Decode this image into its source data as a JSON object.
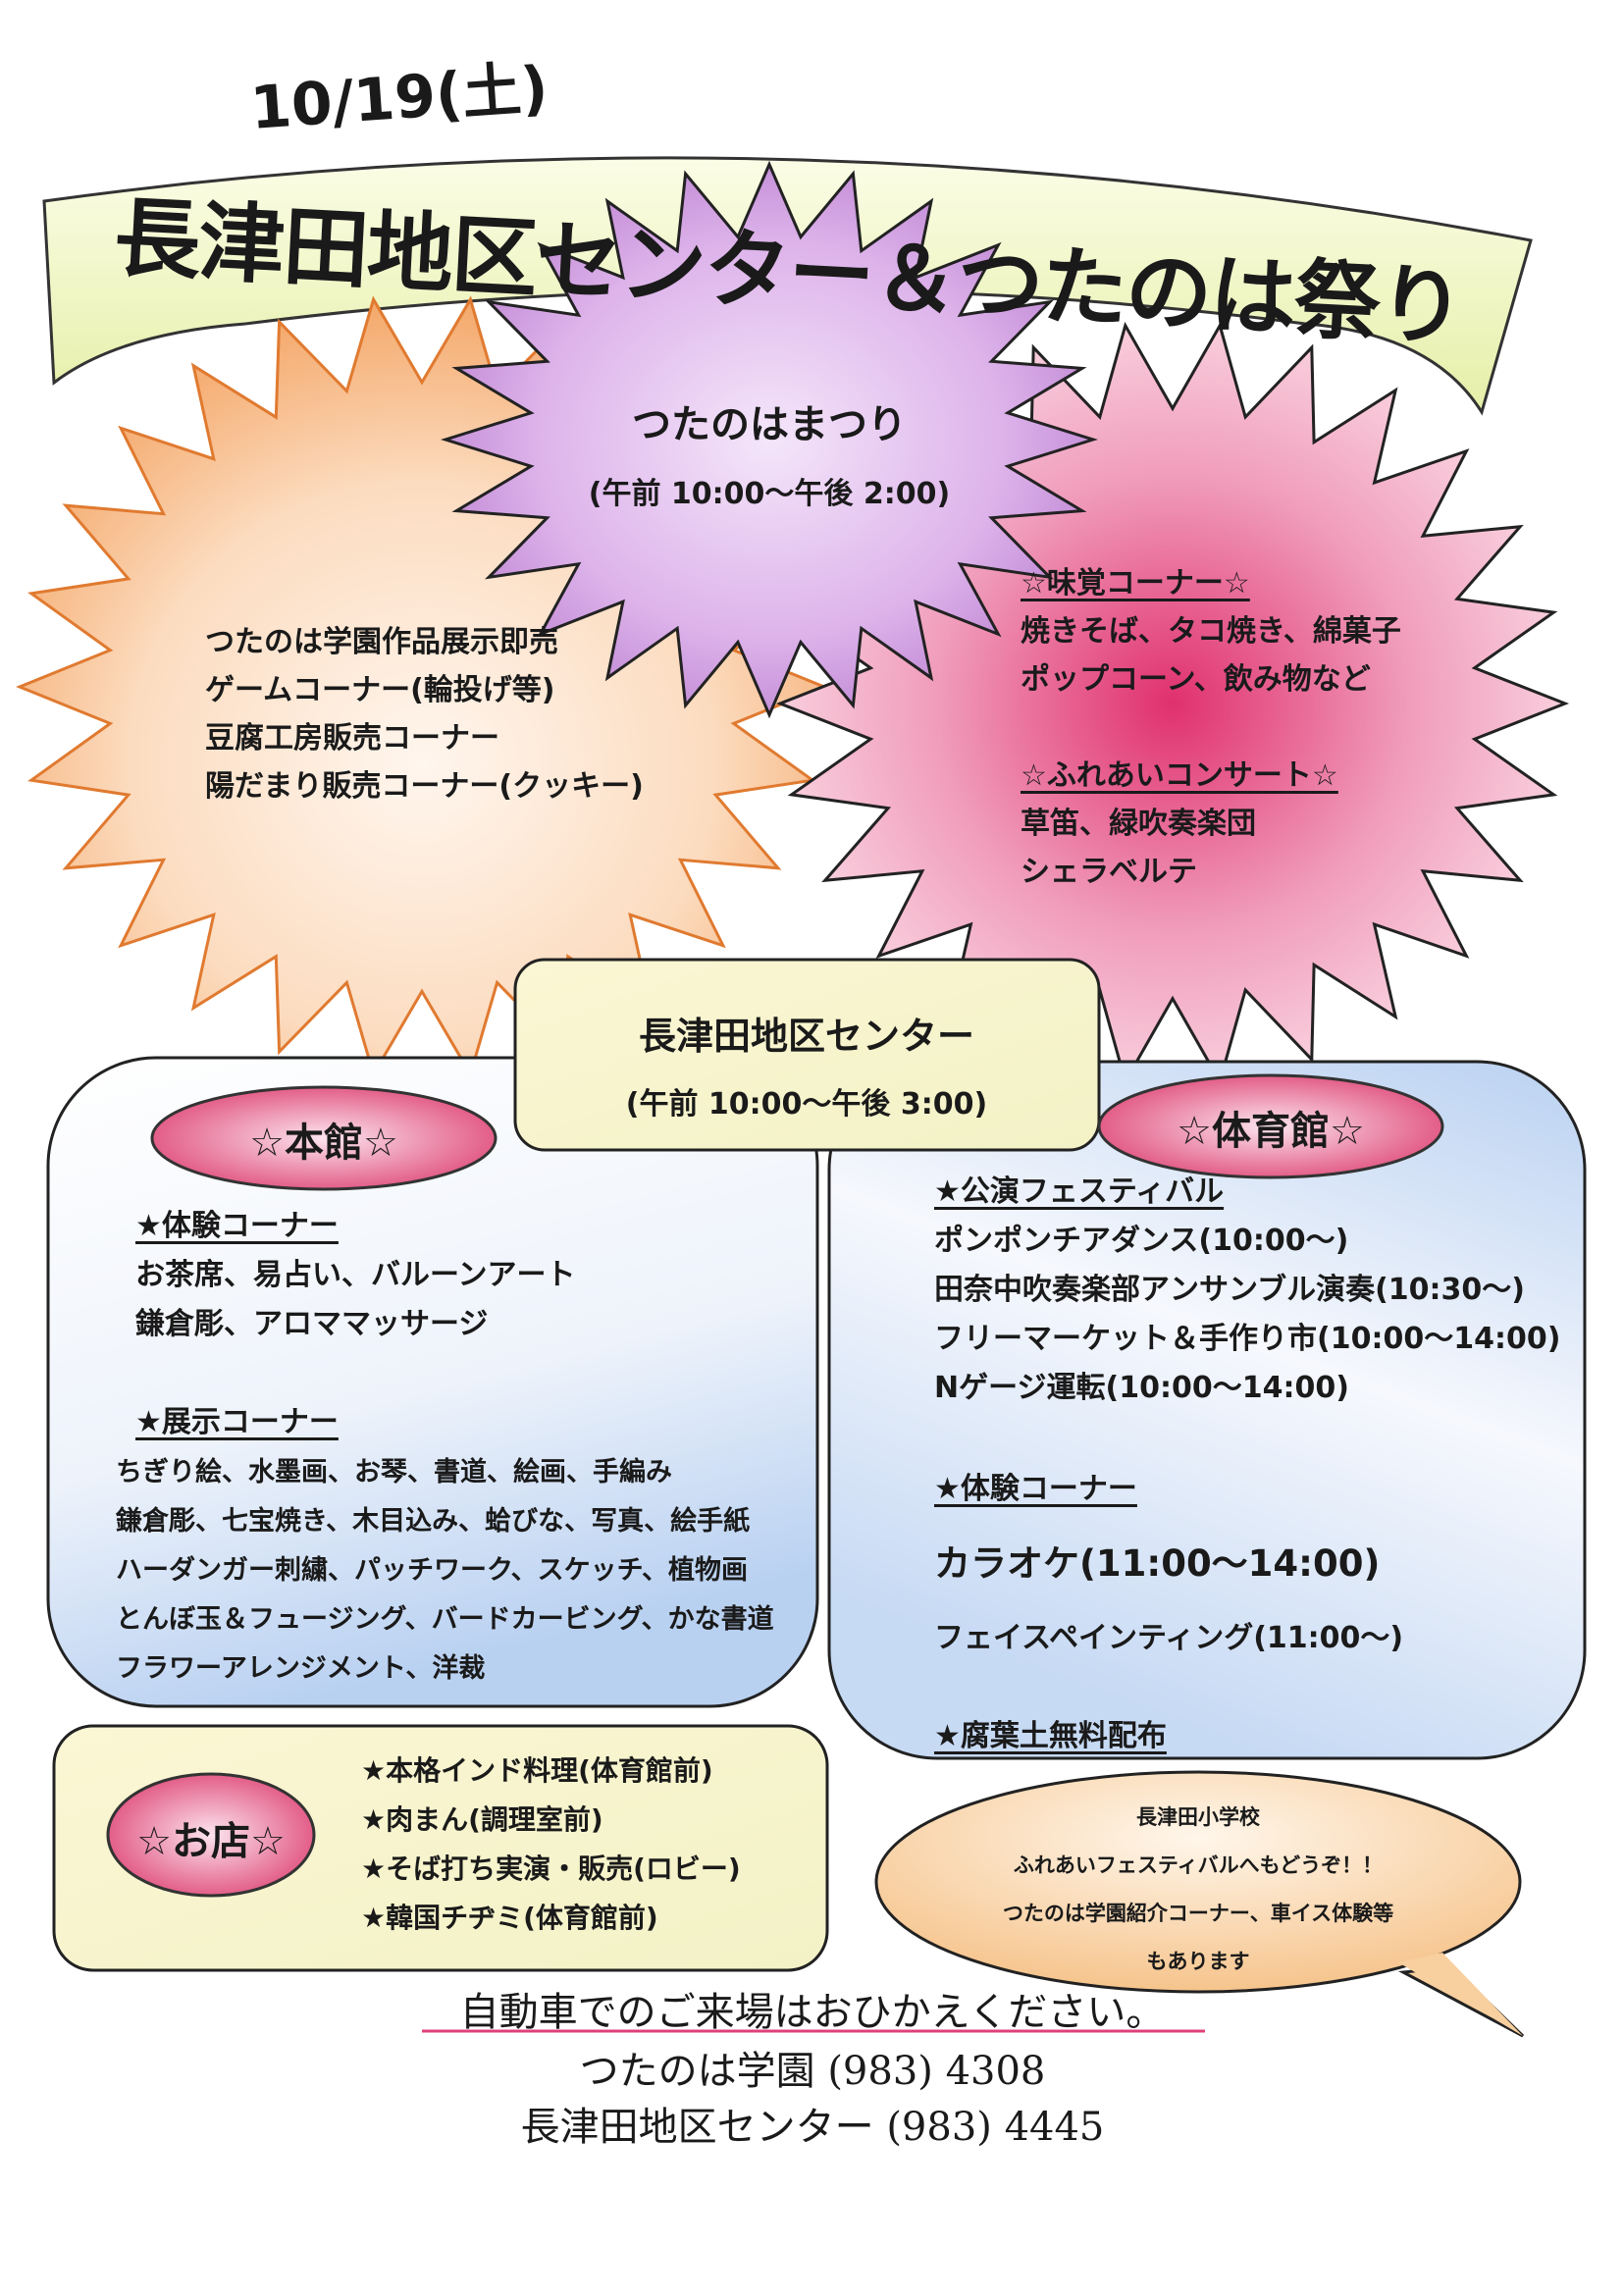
{
  "header": {
    "date": "10/19(土)",
    "title": "長津田地区センター＆つたのは祭り"
  },
  "tsutanoha_festival": {
    "title": "つたのはまつり",
    "hours": "(午前 10:00～午後 2:00)"
  },
  "orange_burst": {
    "items": [
      "つたのは学園作品展示即売",
      "ゲームコーナー(輪投げ等)",
      "豆腐工房販売コーナー",
      "陽だまり販売コーナー(クッキー)"
    ]
  },
  "pink_burst": {
    "food_heading": "☆味覚コーナー☆",
    "food_items": [
      "焼きそば、タコ焼き、綿菓子",
      "ポップコーン、飲み物など"
    ],
    "concert_heading": "☆ふれあいコンサート☆",
    "concert_items": [
      "草笛、緑吹奏楽団",
      "シェラベルテ"
    ]
  },
  "center": {
    "title": "長津田地区センター",
    "hours": "(午前 10:00～午後 3:00)"
  },
  "main_hall": {
    "label": "☆本館☆",
    "experience_heading": "★体験コーナー",
    "experience_items": [
      "お茶席、易占い、バルーンアート",
      "鎌倉彫、アロママッサージ"
    ],
    "exhibit_heading": "★展示コーナー",
    "exhibit_items": [
      "ちぎり絵、水墨画、お琴、書道、絵画、手編み",
      "鎌倉彫、七宝焼き、木目込み、蛤びな、写真、絵手紙",
      "ハーダンガー刺繍、パッチワーク、スケッチ、植物画",
      "とんぼ玉＆フュージング、バードカービング、かな書道",
      "フラワーアレンジメント、洋裁"
    ]
  },
  "gym": {
    "label": "☆体育館☆",
    "performance_heading": "★公演フェスティバル",
    "performance_items": [
      "ポンポンチアダンス(10:00～)",
      "田奈中吹奏楽部アンサンブル演奏(10:30～)",
      "フリーマーケット＆手作り市(10:00～14:00)",
      "Nゲージ運転(10:00～14:00)"
    ],
    "experience_heading": "★体験コーナー",
    "karaoke": "カラオケ(11:00～14:00)",
    "face_paint": "フェイスペインティング(11:00～)",
    "compost": "★腐葉土無料配布"
  },
  "shops": {
    "label": "☆お店☆",
    "items": [
      "★本格インド料理(体育館前)",
      "★肉まん(調理室前)",
      "★そば打ち実演・販売(ロビー)",
      "★韓国チヂミ(体育館前)"
    ]
  },
  "bubble": {
    "lines": [
      "長津田小学校",
      "ふれあいフェスティバルへもどうぞ！！",
      "つたのは学園紹介コーナー、車イス体験等",
      "もあります"
    ]
  },
  "footer": {
    "notice": "自動車でのご来場はおひかえください。",
    "contact1": "つたのは学園 (983) 4308",
    "contact2": "長津田地区センター (983) 4445"
  },
  "colors": {
    "ribbon": "#f1f5c4",
    "orange": "#f6b27a",
    "purple": "#c88bd8",
    "pink": "#e35a8a",
    "blue": "#b8d0f0",
    "notice_underline": "#e0407a"
  }
}
